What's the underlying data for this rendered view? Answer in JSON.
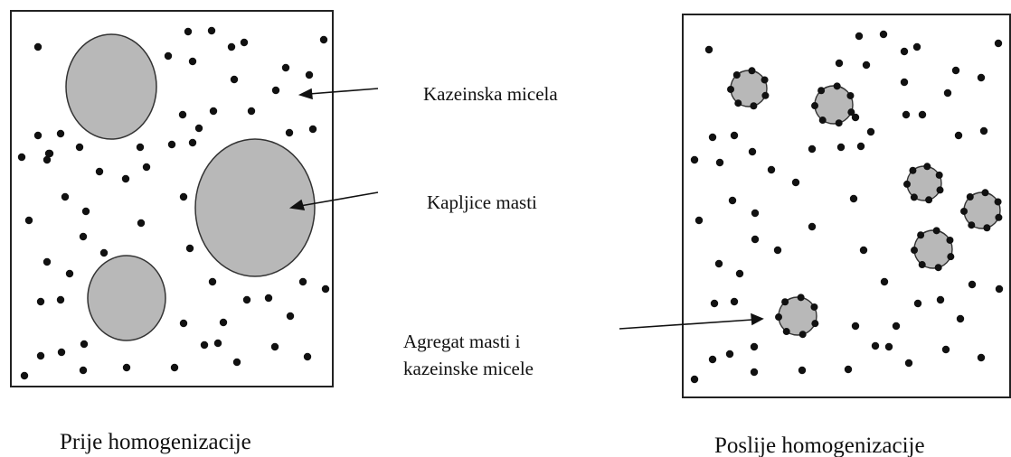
{
  "panels": {
    "before": {
      "caption": "Prije homogenizacije"
    },
    "after": {
      "caption": "Poslije homogenizacije"
    }
  },
  "annotations": {
    "casein_micelle": "Kazeinska micela",
    "fat_droplets": "Kapljice masti",
    "aggregate_line1": "Agregat masti i",
    "aggregate_line2": "kazeinske micele"
  },
  "colors": {
    "fat_fill": "#b8b8b8",
    "micelle": "#111111",
    "frame": "#222222"
  }
}
